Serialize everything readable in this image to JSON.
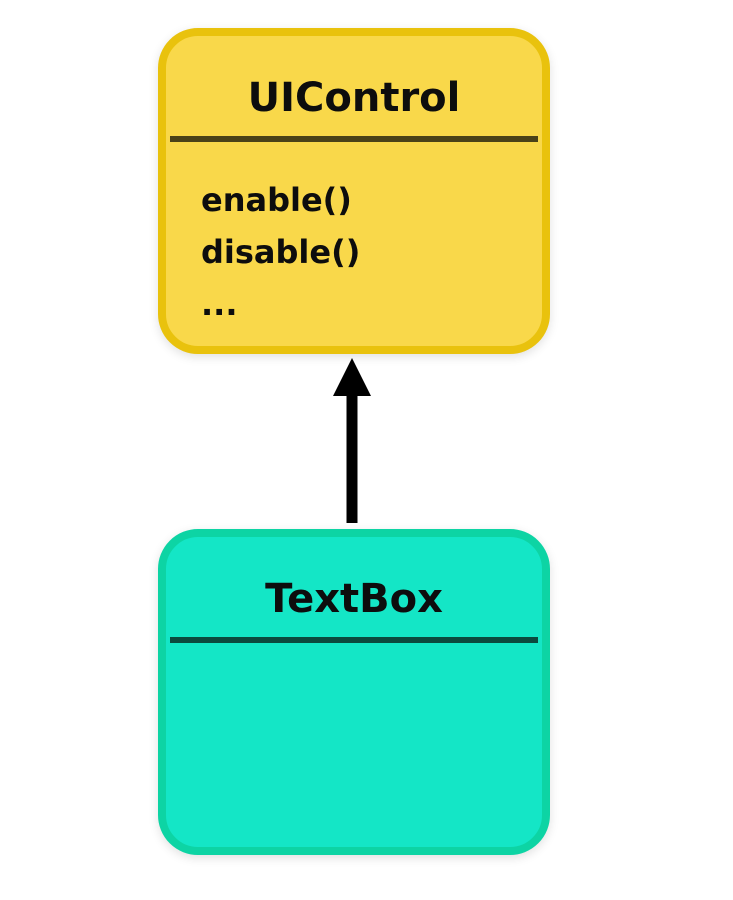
{
  "diagram": {
    "parent_class": {
      "name": "UIControl",
      "methods": [
        "enable()",
        "disable()",
        "..."
      ],
      "fill_color": "#f9d84a",
      "border_color": "#e9c20d",
      "divider_color": "#4a4218"
    },
    "child_class": {
      "name": "TextBox",
      "methods": [],
      "fill_color": "#14e6c6",
      "border_color": "#0dd4a4",
      "divider_color": "#0b4a3e"
    },
    "relationship": {
      "type": "inheritance",
      "from": "TextBox",
      "to": "UIControl",
      "arrow_color": "#000000"
    }
  }
}
